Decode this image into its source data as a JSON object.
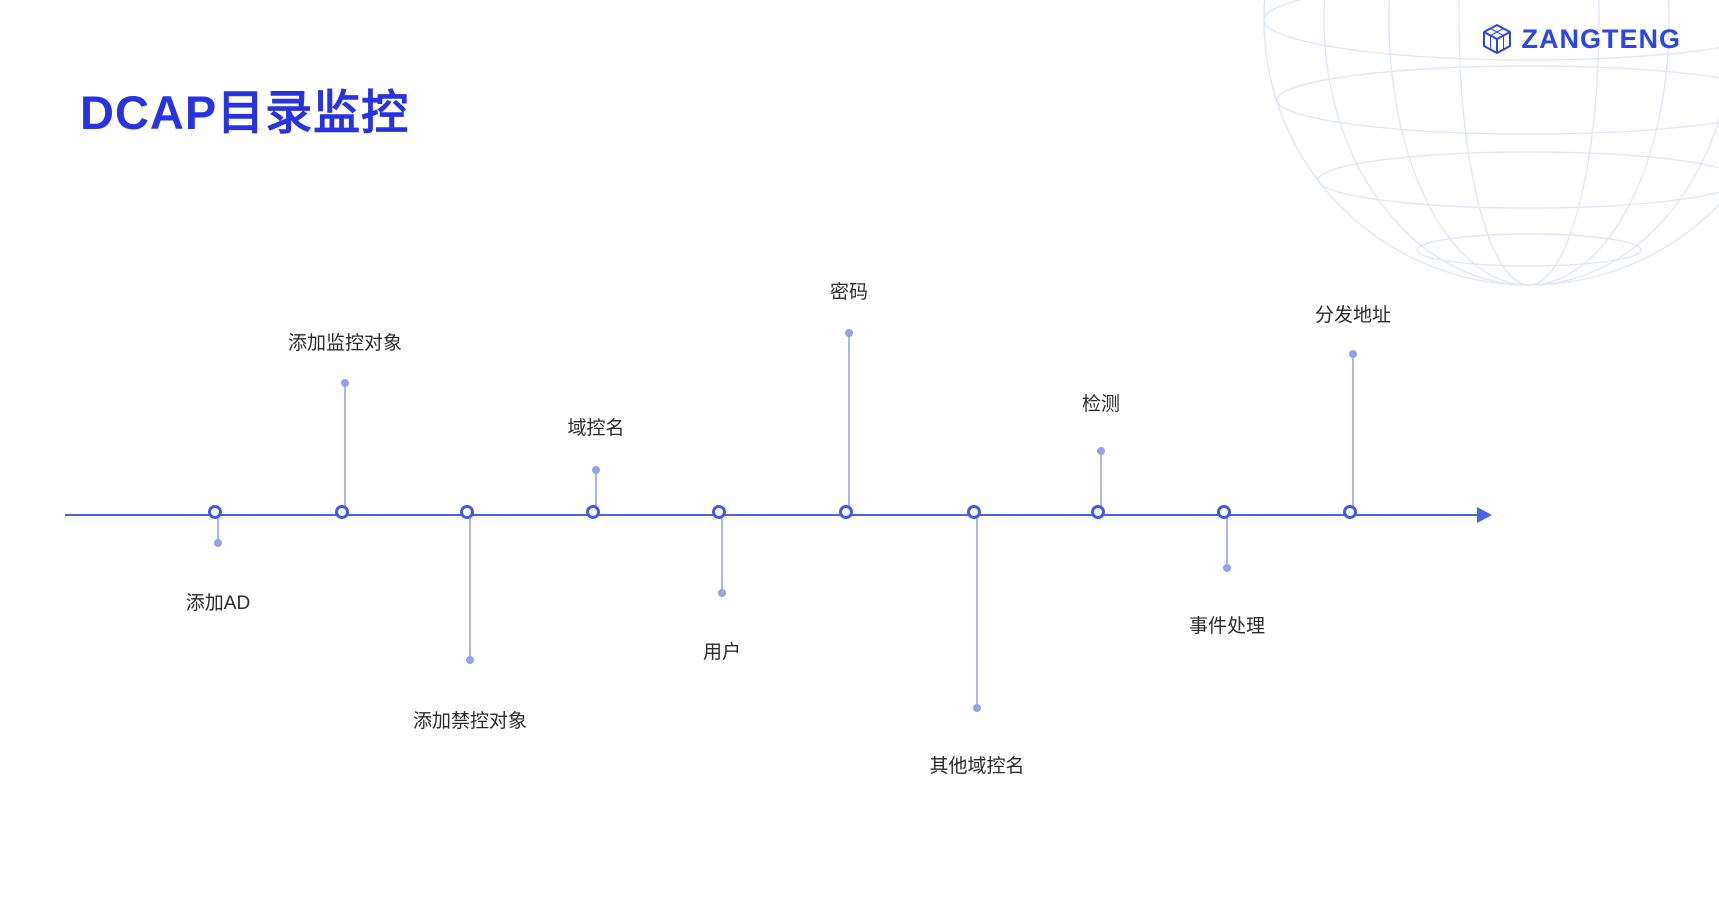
{
  "page": {
    "title": "DCAP目录监控"
  },
  "logo": {
    "text": "ZANGTENG"
  },
  "timeline": {
    "direction": "left-to-right",
    "nodes": [
      {
        "label": "添加AD",
        "side": "below"
      },
      {
        "label": "添加监控对象",
        "side": "above"
      },
      {
        "label": "添加禁控对象",
        "side": "below"
      },
      {
        "label": "域控名",
        "side": "above"
      },
      {
        "label": "用户",
        "side": "below"
      },
      {
        "label": "密码",
        "side": "above"
      },
      {
        "label": "其他域控名",
        "side": "below"
      },
      {
        "label": "检测",
        "side": "above"
      },
      {
        "label": "事件处理",
        "side": "below"
      },
      {
        "label": "分发地址",
        "side": "above"
      }
    ]
  },
  "colors": {
    "title": "#2733e0",
    "axis": "#4a63e8",
    "node_border": "#3f5ae8",
    "stem": "#aab6f2",
    "dot": "#93a2ee",
    "label_text": "#2b2b2b",
    "logo": "#2a46e8",
    "globe": "#e3e6f7"
  }
}
